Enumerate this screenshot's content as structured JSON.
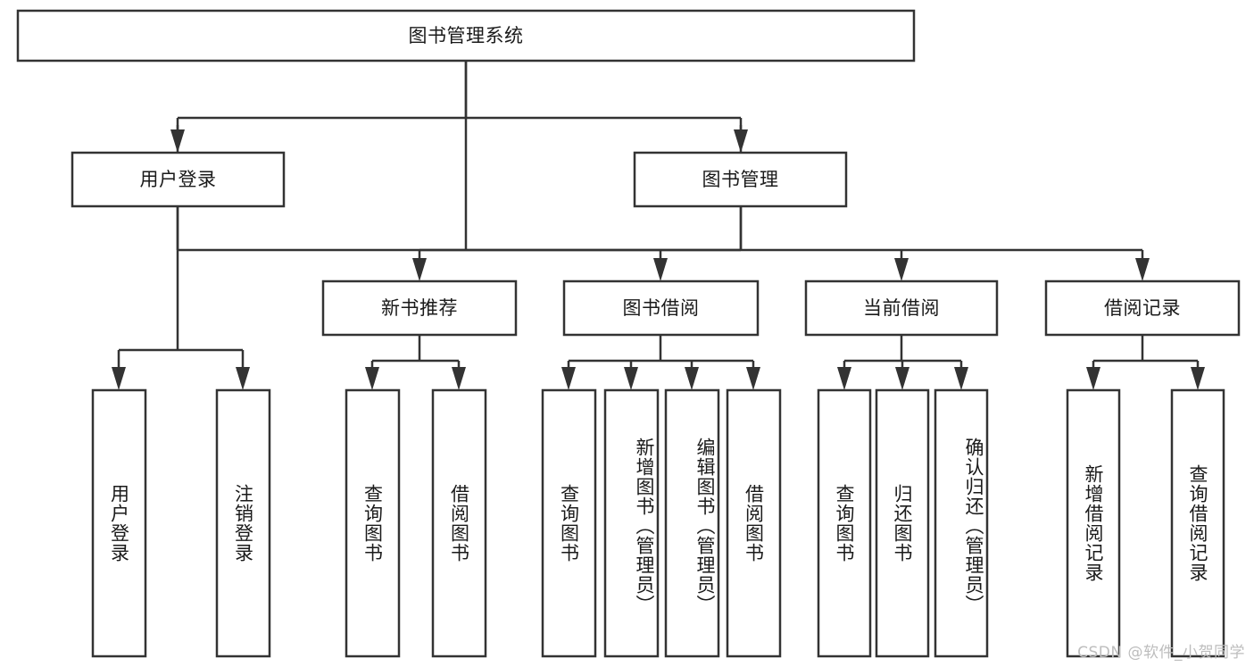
{
  "diagram": {
    "title": "图书管理系统",
    "type": "tree-hierarchy-diagram",
    "watermark": "CSDN @软件_小贺同学",
    "colors": {
      "stroke": "#333333",
      "fill": "#ffffff",
      "text": "#1a1a1a",
      "watermark": "#bdbdbd"
    },
    "nodes": {
      "root": {
        "label": "图书管理系统",
        "orientation": "horizontal"
      },
      "level2": [
        {
          "id": "user-login",
          "label": "用户登录",
          "orientation": "horizontal"
        },
        {
          "id": "book-management",
          "label": "图书管理",
          "orientation": "horizontal"
        }
      ],
      "level3": [
        {
          "id": "new-book-recommend",
          "label": "新书推荐",
          "orientation": "horizontal"
        },
        {
          "id": "book-borrow",
          "label": "图书借阅",
          "orientation": "horizontal"
        },
        {
          "id": "current-borrow",
          "label": "当前借阅",
          "orientation": "horizontal"
        },
        {
          "id": "borrow-record",
          "label": "借阅记录",
          "orientation": "horizontal"
        }
      ],
      "leaves": {
        "user-login": [
          {
            "id": "leaf-user-login",
            "label": "用户登录",
            "orientation": "vertical"
          },
          {
            "id": "leaf-logout",
            "label": "注销登录",
            "orientation": "vertical"
          }
        ],
        "new-book-recommend": [
          {
            "id": "leaf-query-book-1",
            "label": "查询图书",
            "orientation": "vertical"
          },
          {
            "id": "leaf-borrow-book-1",
            "label": "借阅图书",
            "orientation": "vertical"
          }
        ],
        "book-borrow": [
          {
            "id": "leaf-query-book-2",
            "label": "查询图书",
            "orientation": "vertical"
          },
          {
            "id": "leaf-add-book",
            "label": "新增图书（管理员）",
            "orientation": "vertical"
          },
          {
            "id": "leaf-edit-book",
            "label": "编辑图书（管理员）",
            "orientation": "vertical"
          },
          {
            "id": "leaf-borrow-book-2",
            "label": "借阅图书",
            "orientation": "vertical"
          }
        ],
        "current-borrow": [
          {
            "id": "leaf-query-book-3",
            "label": "查询图书",
            "orientation": "vertical"
          },
          {
            "id": "leaf-return-book",
            "label": "归还图书",
            "orientation": "vertical"
          },
          {
            "id": "leaf-confirm-return",
            "label": "确认归还（管理员）",
            "orientation": "vertical"
          }
        ],
        "borrow-record": [
          {
            "id": "leaf-add-record",
            "label": "新增借阅记录",
            "orientation": "vertical"
          },
          {
            "id": "leaf-query-record",
            "label": "查询借阅记录",
            "orientation": "vertical"
          }
        ]
      }
    }
  }
}
